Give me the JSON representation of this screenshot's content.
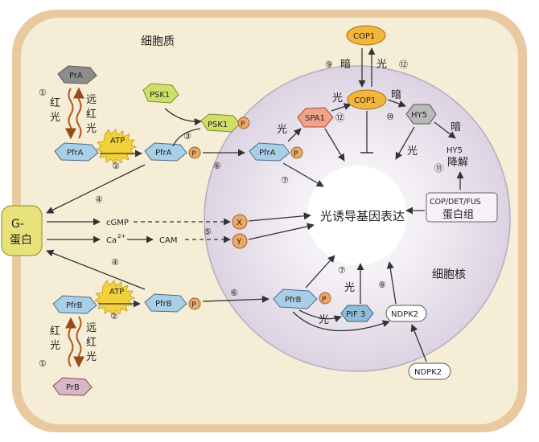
{
  "regions": {
    "cytoplasm": "细胞质",
    "nucleus": "细胞核",
    "center": "光诱导基因表达"
  },
  "proteins": {
    "PrA": "PrA",
    "PfrA_left": "PfrA",
    "PfrA_mid": "PfrA",
    "PfrA_nuc": "PfrA",
    "PSK1_top": "PSK1",
    "PSK1_bound": "PSK1",
    "ATP_top": "ATP",
    "ATP_bottom": "ATP",
    "PrB": "PrB",
    "PfrB_left": "PfrB",
    "PfrB_mid": "PfrB",
    "PfrB_nuc": "PfrB",
    "P": "P",
    "COP1_outside": "COP1",
    "COP1_nuc": "COP1",
    "SPA1": "SPA1",
    "HY5": "HY5",
    "HY5_degrade": "HY5",
    "degrade": "降解",
    "X": "X",
    "Y": "Y",
    "PIF3": "PIF 3",
    "NDPK2_nuc": "NDPK2",
    "NDPK2_out": "NDPK2",
    "COP_complex_1": "COP/DET/FUS",
    "COP_complex_2": "蛋白组",
    "Gprotein_1": "G-",
    "Gprotein_2": "蛋白",
    "cGMP": "cGMP",
    "Ca": "Ca",
    "Ca_sup": "2+",
    "CAM": "CAM"
  },
  "light_labels": {
    "red1": "红",
    "red2": "光",
    "farred1": "远",
    "farred2": "红",
    "farred3": "光",
    "light": "光",
    "dark": "暗"
  },
  "steps": [
    "①",
    "②",
    "③",
    "④",
    "⑤",
    "⑥",
    "⑦",
    "⑧",
    "⑨",
    "⑩",
    "⑪",
    "⑫"
  ],
  "colors": {
    "cell_fill": "#f4ead2",
    "cell_border": "#c98a36",
    "nucleus_fill": "#e4dde8",
    "pfr_fill": "#a9cfe6",
    "psk_fill": "#cfe06a",
    "p_fill": "#eba86a",
    "cop1_fill": "#f4b63a",
    "spa1_fill": "#f2a18a",
    "gprotein_fill": "#e8e27a",
    "atp_fill": "#f2d23b"
  }
}
